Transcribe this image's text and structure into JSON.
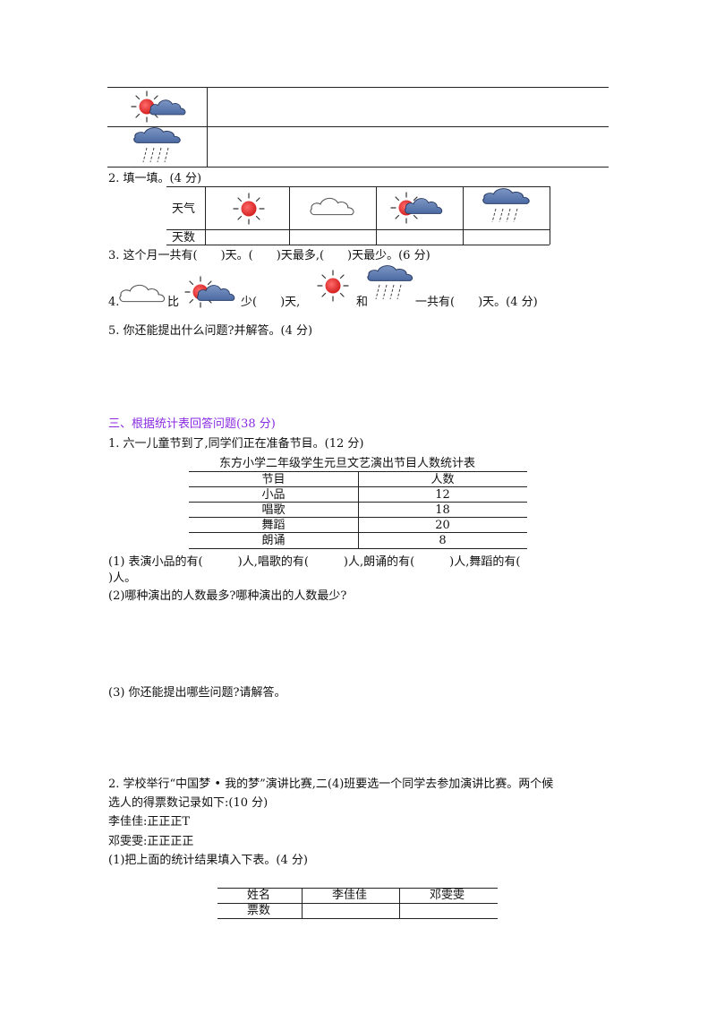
{
  "top_table": {
    "rows": [
      {
        "icon": "sun-cloud-icon"
      },
      {
        "icon": "rain-cloud-icon"
      }
    ]
  },
  "q2": {
    "label": "2. 填一填。(4 分)",
    "row1_header": "天气",
    "row2_header": "天数",
    "icons": [
      "sun-icon",
      "cloud-icon",
      "sun-cloud-icon",
      "rain-cloud-icon"
    ]
  },
  "q3": {
    "text": "3. 这个月一共有(　　)天。(　　)天最多,(　　)天最少。(6 分)"
  },
  "q4": {
    "prefix": "4.",
    "bi": "比",
    "shao": "少(　　)天,",
    "he": "和",
    "suffix": "一共有(　　)天。(4 分)"
  },
  "q5": {
    "text": "5. 你还能提出什么问题?并解答。(4 分)"
  },
  "section3": {
    "title": "三、根据统计表回答问题(38 分)"
  },
  "s3q1": {
    "intro": "1. 六一儿童节到了,同学们正在准备节目。(12 分)",
    "table_title": "东方小学二年级学生元旦文艺演出节目人数统计表",
    "headers": [
      "节目",
      "人数"
    ],
    "rows": [
      {
        "name": "小品",
        "count": "12"
      },
      {
        "name": "唱歌",
        "count": "18"
      },
      {
        "name": "舞蹈",
        "count": "20"
      },
      {
        "name": "朗诵",
        "count": "8"
      }
    ],
    "sub1_line1": "(1) 表演小品的有(　　　)人,唱歌的有(　　　)人,朗诵的有(　　　)人,舞蹈的有(",
    "sub1_line2": ")人。",
    "sub2": "(2)哪种演出的人数最多?哪种演出的人数最少?",
    "sub3": "(3) 你还能提出哪些问题?请解答。"
  },
  "s3q2": {
    "line1": "2. 学校举行“中国梦 • 我的梦”演讲比赛,二(4)班要选一个同学去参加演讲比赛。两个候",
    "line2": "选人的得票数记录如下:(10 分)",
    "c1": "李佳佳:正正正T",
    "c2": "邓雯雯:正正正正",
    "sub1": "(1)把上面的统计结果填入下表。(4 分)",
    "table_headers": [
      "姓名",
      "李佳佳",
      "邓雯雯"
    ],
    "row_label": "票数"
  }
}
